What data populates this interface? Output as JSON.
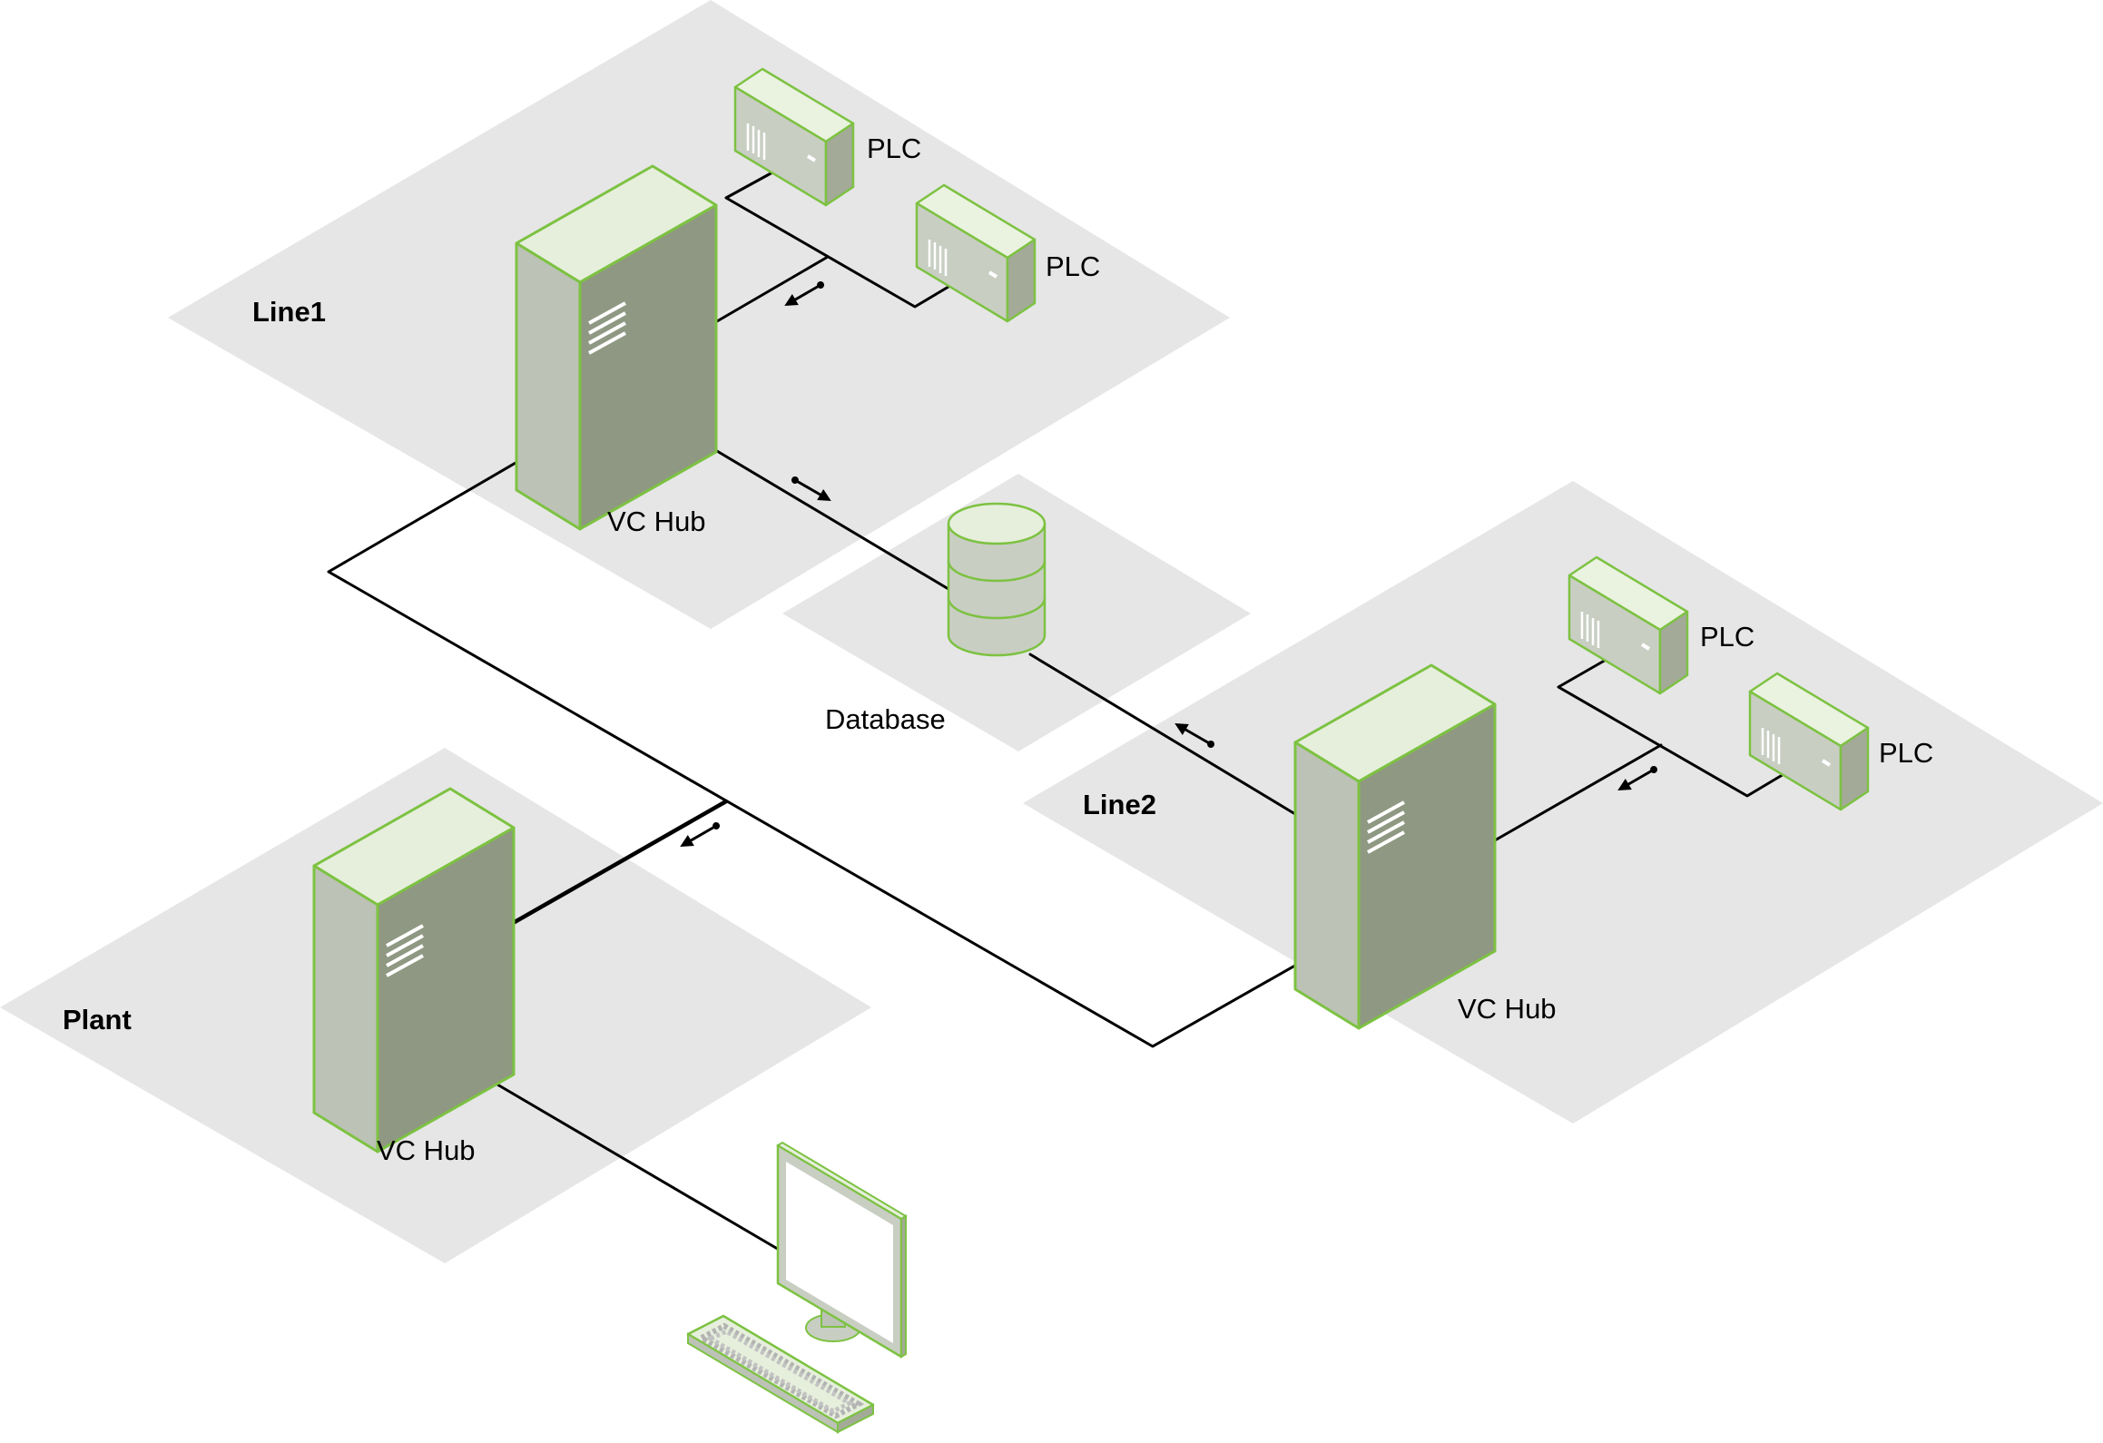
{
  "colors": {
    "zone_fill": "#e6e6e6",
    "outline_green": "#7dc242",
    "server_front": "#bcc2b6",
    "server_side": "#8f9882",
    "server_top": "#e6efdc",
    "plc_front": "#c9cec3",
    "plc_side": "#a3aa98",
    "plc_top": "#eaf2e0",
    "link": "#000000"
  },
  "zones": {
    "line1": "Line1",
    "line2": "Line2",
    "plant": "Plant"
  },
  "nodes": {
    "line1_hub": "VC Hub",
    "line1_plc_a": "PLC",
    "line1_plc_b": "PLC",
    "database": "Database",
    "line2_hub": "VC Hub",
    "line2_plc_a": "PLC",
    "line2_plc_b": "PLC",
    "plant_hub": "VC Hub"
  },
  "icons": {
    "server": "server-tower-icon",
    "plc": "plc-controller-icon",
    "database": "database-cylinder-icon",
    "workstation": "monitor-keyboard-icon",
    "flow": "data-flow-arrow-icon"
  }
}
